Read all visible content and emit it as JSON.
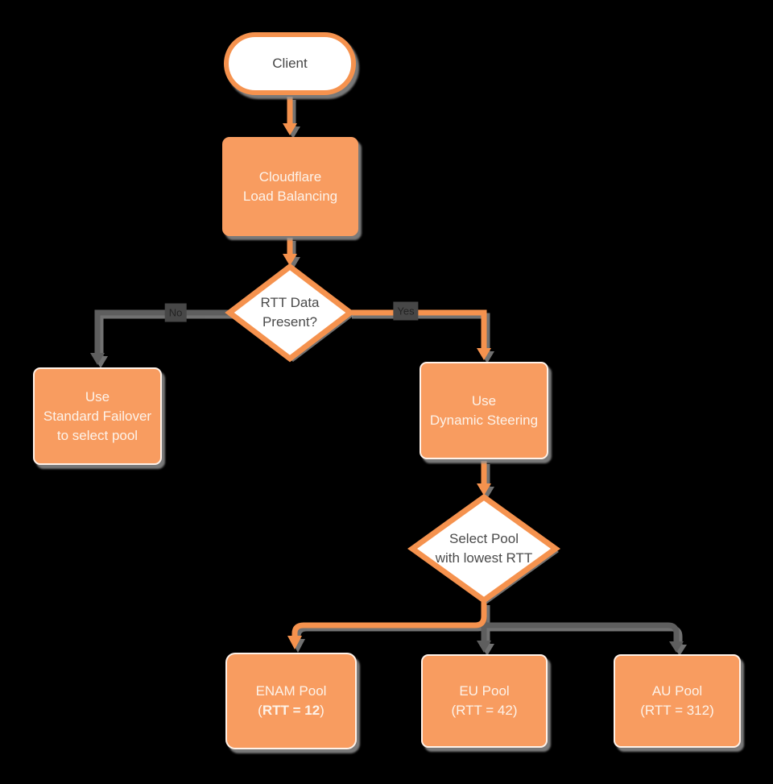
{
  "diagram": {
    "title": "Cloudflare Load Balancing dynamic steering flowchart",
    "colors": {
      "background": "#000000",
      "orange_fill": "#F89C60",
      "orange_stroke": "#F5924E",
      "gray_line": "#5E5E5E",
      "shadow_gray": "#8E8E8E",
      "dark_text": "#4A4A4A",
      "white": "#FFFFFF"
    },
    "nodes": {
      "client": {
        "label": "Client"
      },
      "cloudflare": {
        "line1": "Cloudflare",
        "line2": "Load Balancing"
      },
      "rtt_decision": {
        "line1": "RTT Data",
        "line2": "Present?"
      },
      "standard_failover": {
        "line1": "Use",
        "line2": "Standard Failover",
        "line3": "to select pool"
      },
      "dynamic_steering": {
        "line1": "Use",
        "line2": "Dynamic Steering"
      },
      "select_pool": {
        "line1": "Select Pool",
        "line2": "with lowest RTT"
      },
      "enam_pool": {
        "line1": "ENAM Pool",
        "line2_open": "(",
        "line2_bold": "RTT = 12",
        "line2_close": ")"
      },
      "eu_pool": {
        "line1": "EU Pool",
        "line2": "(RTT = 42)"
      },
      "au_pool": {
        "line1": "AU Pool",
        "line2": "(RTT = 312)"
      }
    },
    "edge_labels": {
      "no": "No",
      "yes": "Yes"
    }
  }
}
